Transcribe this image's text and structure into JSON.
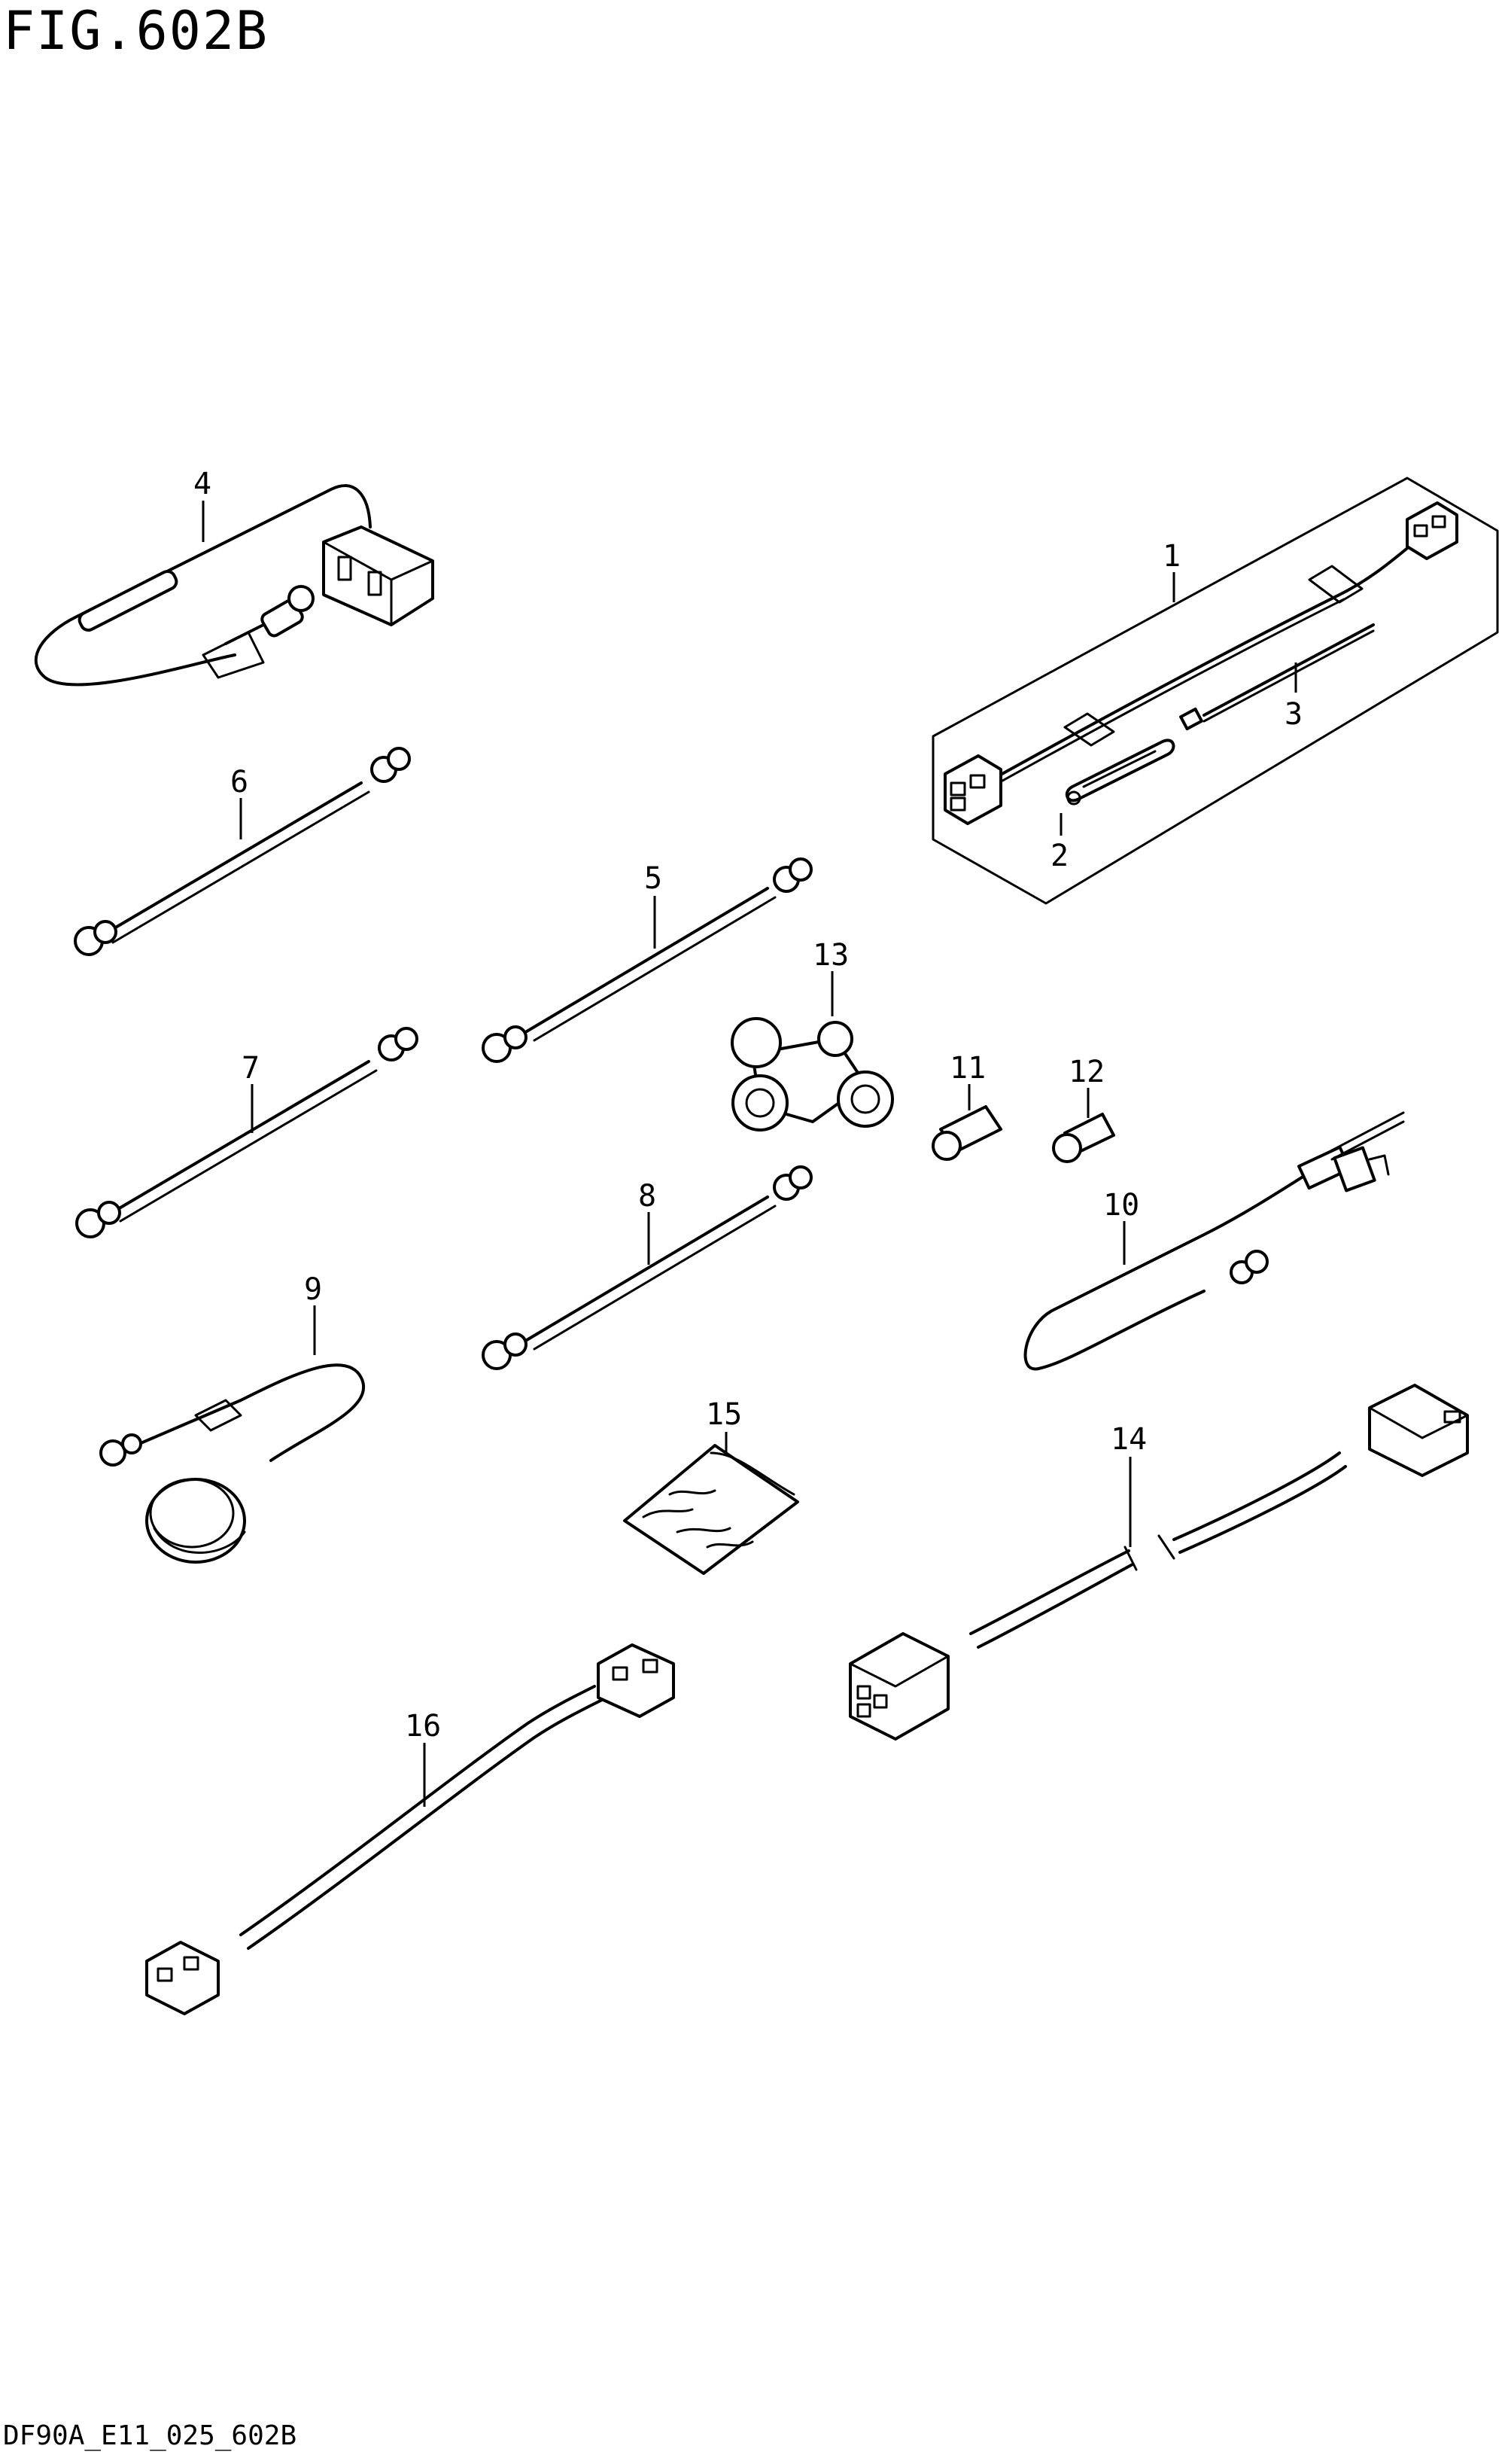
{
  "figure": {
    "title": "FIG.602B",
    "code": "DF90A_E11_025_602B"
  },
  "callouts": {
    "c1": "1",
    "c2": "2",
    "c3": "3",
    "c4": "4",
    "c5": "5",
    "c6": "6",
    "c7": "7",
    "c8": "8",
    "c9": "9",
    "c10": "10",
    "c11": "11",
    "c12": "12",
    "c13": "13",
    "c14": "14",
    "c15": "15",
    "c16": "16"
  },
  "icons": {
    "kit": "wiring-kit-icon",
    "connector": "connector-icon",
    "harness": "harness-icon"
  }
}
